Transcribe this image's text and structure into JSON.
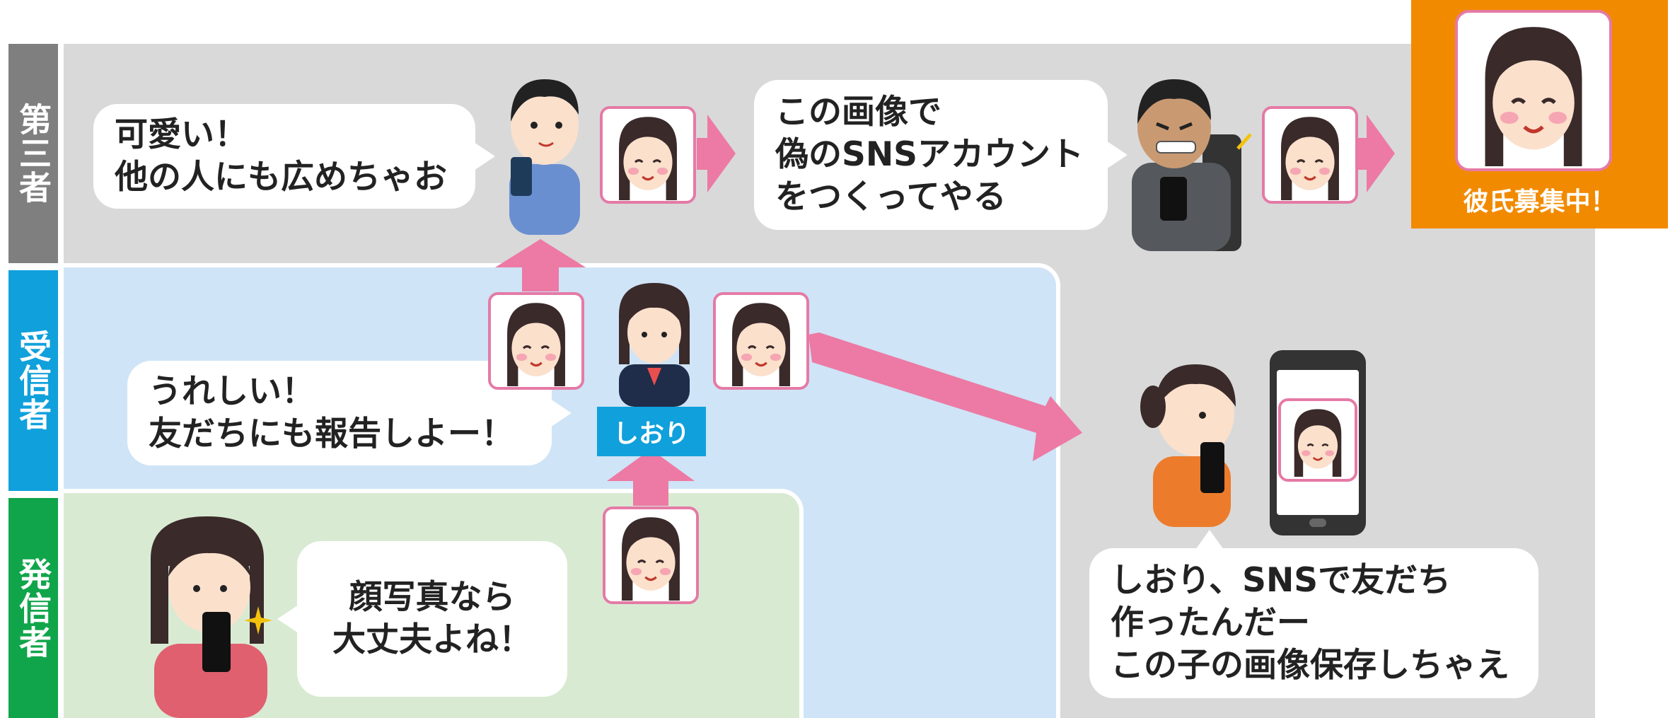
{
  "rows": {
    "third_party": "第三者",
    "receiver": "受信者",
    "sender": "発信者"
  },
  "bubbles": {
    "third_party_share": "可愛い！\n他の人にも広めちゃお",
    "fake_account": "この画像で\n偽のSNSアカウント\nをつくってやる",
    "receiver_happy": "うれしい！\n友だちにも報告しよー！",
    "sender_ok": "顔写真なら\n大丈夫よね！",
    "friend_save": "しおり、SNSで友だち\n作ったんだー\nこの子の画像保存しちゃえ"
  },
  "labels": {
    "receiver_name": "しおり",
    "fake_profile_caption": "彼氏募集中！"
  },
  "colors": {
    "third_party_band": "#7f7f7f",
    "receiver_band": "#10a0dc",
    "sender_band": "#10a54a",
    "third_party_bg": "#d9d9d9",
    "receiver_bg": "#cfe4f6",
    "sender_bg": "#d9ead3",
    "arrow": "#ec7aa4",
    "photo_border": "#e57aa6",
    "fake_profile_bg": "#f28a00"
  },
  "icons": [
    "smartphone-icon",
    "sparkle-icon",
    "arrow-right-icon",
    "arrow-up-icon"
  ]
}
